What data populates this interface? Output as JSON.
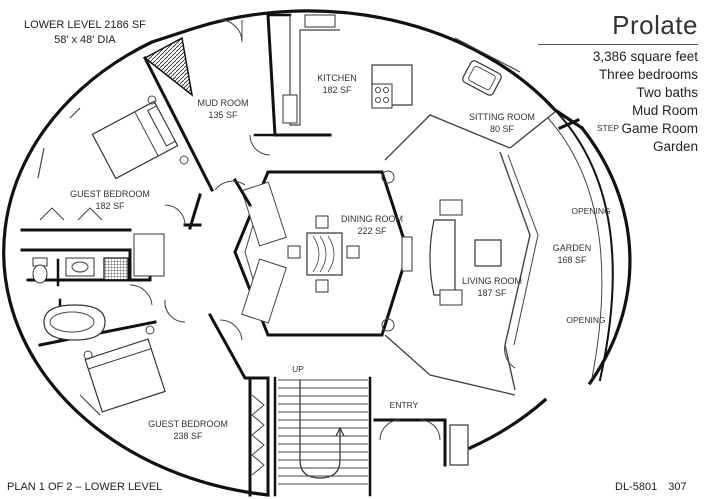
{
  "title": "Prolate",
  "specs": [
    "3,386 square feet",
    "Three bedrooms",
    "Two baths",
    "Mud Room",
    "Game Room",
    "Garden"
  ],
  "lower_level": {
    "line1": "LOWER LEVEL 2186 SF",
    "line2": "58' x 48' DIA"
  },
  "footer": {
    "plan": "PLAN 1 OF 2 – LOWER LEVEL",
    "code": "DL-5801",
    "page": "307"
  },
  "rooms": {
    "kitchen": {
      "name": "KITCHEN",
      "area": "182 SF"
    },
    "mud_room": {
      "name": "MUD ROOM",
      "area": "135 SF"
    },
    "guest_bedroom_1": {
      "name": "GUEST BEDROOM",
      "area": "182 SF"
    },
    "guest_bedroom_2": {
      "name": "GUEST BEDROOM",
      "area": "238 SF"
    },
    "dining_room": {
      "name": "DINING ROOM",
      "area": "222 SF"
    },
    "living_room": {
      "name": "LIVING ROOM",
      "area": "187 SF"
    },
    "sitting_room": {
      "name": "SITTING ROOM",
      "area": "80 SF"
    },
    "garden": {
      "name": "GARDEN",
      "area": "168 SF"
    }
  },
  "labels": {
    "step": "STEP",
    "opening_top": "OPENING",
    "opening_bottom": "OPENING",
    "up": "UP",
    "entry": "ENTRY"
  }
}
